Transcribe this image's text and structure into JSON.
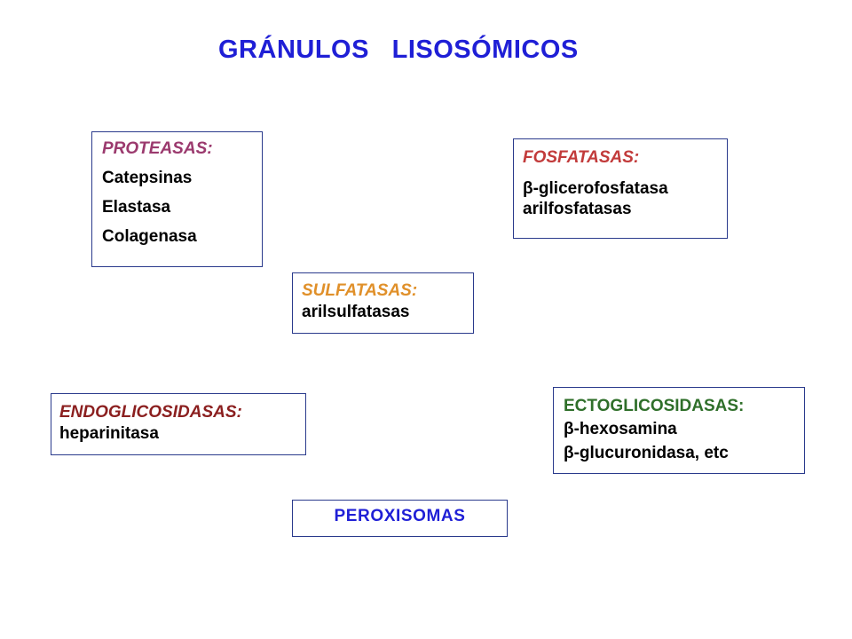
{
  "title": "GRÁNULOS   LISOSÓMICOS",
  "proteasas": {
    "heading": "PROTEASAS:",
    "items": [
      "Catepsinas",
      "Elastasa",
      "Colagenasa"
    ]
  },
  "fosfatasas": {
    "heading": "FOSFATASAS:",
    "items": [
      "β-glicerofosfatasa",
      "arilfosfatasas"
    ]
  },
  "sulfatasas": {
    "heading": "SULFATASAS:",
    "items": [
      "arilsulfatasas"
    ]
  },
  "endoglicosidasas": {
    "heading": "ENDOGLICOSIDASAS:",
    "items": [
      "heparinitasa"
    ]
  },
  "ectoglicosidasas": {
    "heading": "ECTOGLICOSIDASAS:",
    "items": [
      "β-hexosamina",
      "β-glucuronidasa, etc"
    ]
  },
  "peroxisomas": {
    "label": "PEROXISOMAS"
  },
  "colors": {
    "title": "#1f1fd6",
    "proteasas_heading": "#9b3a6e",
    "fosfatasas_heading": "#c23b3b",
    "sulfatasas_heading": "#e0902a",
    "endoglicosidasas_heading": "#8b1f1f",
    "ectoglicosidasas_heading": "#2f6f2a",
    "peroxisomas_label": "#1f1fd6",
    "box_border": "#2a3a8c"
  }
}
